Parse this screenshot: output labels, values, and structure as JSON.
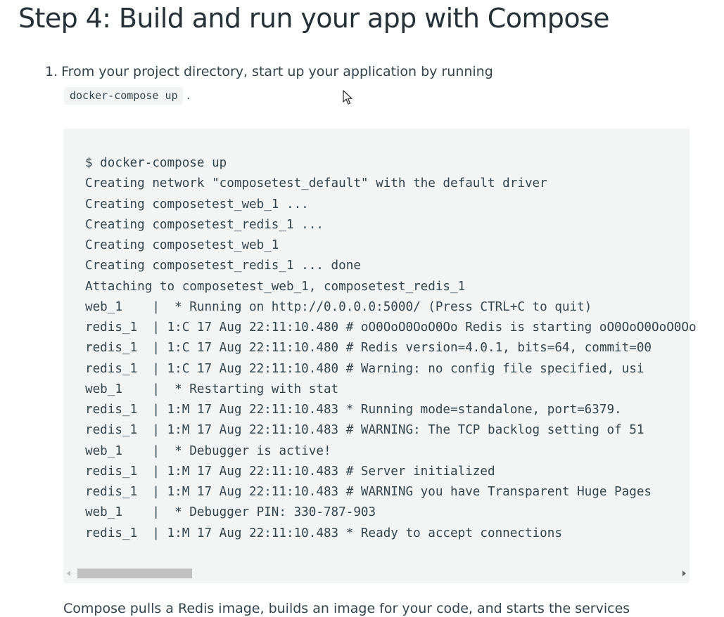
{
  "heading": "Step 4: Build and run your app with Compose",
  "instructions": {
    "number": "1.",
    "text": "From your project directory, start up your application by running",
    "command": "docker-compose up",
    "command_suffix": "."
  },
  "code_output": [
    "$ docker-compose up",
    "Creating network \"composetest_default\" with the default driver",
    "Creating composetest_web_1 ...",
    "Creating composetest_redis_1 ...",
    "Creating composetest_web_1",
    "Creating composetest_redis_1 ... done",
    "Attaching to composetest_web_1, composetest_redis_1",
    "web_1    |  * Running on http://0.0.0.0:5000/ (Press CTRL+C to quit)",
    "redis_1  | 1:C 17 Aug 22:11:10.480 # oO0OoO0OoO0Oo Redis is starting oO0OoO0OoO0Oo",
    "redis_1  | 1:C 17 Aug 22:11:10.480 # Redis version=4.0.1, bits=64, commit=00",
    "redis_1  | 1:C 17 Aug 22:11:10.480 # Warning: no config file specified, usi",
    "web_1    |  * Restarting with stat",
    "redis_1  | 1:M 17 Aug 22:11:10.483 * Running mode=standalone, port=6379.",
    "redis_1  | 1:M 17 Aug 22:11:10.483 # WARNING: The TCP backlog setting of 51",
    "web_1    |  * Debugger is active!",
    "redis_1  | 1:M 17 Aug 22:11:10.483 # Server initialized",
    "redis_1  | 1:M 17 Aug 22:11:10.483 # WARNING you have Transparent Huge Pages",
    "web_1    |  * Debugger PIN: 330-787-903",
    "redis_1  | 1:M 17 Aug 22:11:10.483 * Ready to accept connections"
  ],
  "scrollbar": {
    "left_arrow_icon": "scroll-left-arrow-icon",
    "right_arrow_icon": "scroll-right-arrow-icon"
  },
  "follow_text": "Compose pulls a Redis image, builds an image for your code, and starts the services",
  "cursor_icon": "mouse-pointer-icon"
}
